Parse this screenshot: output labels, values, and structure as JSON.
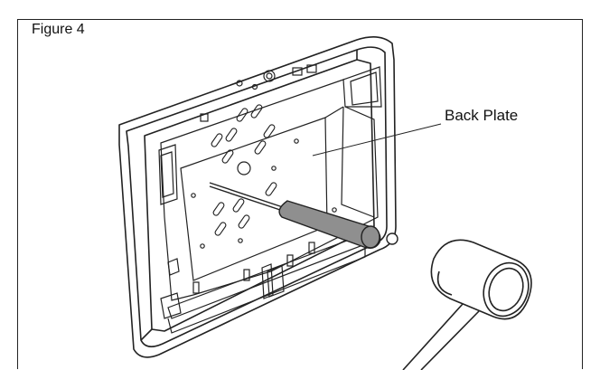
{
  "figure": {
    "title": "Figure 4"
  },
  "illustration": {
    "callout_label": "Back Plate"
  },
  "colors": {
    "stroke": "#222222",
    "screwdriver_handle": "#8f8f8f",
    "background": "#ffffff"
  },
  "icons": [
    "back-plate",
    "screwdriver",
    "mallet"
  ]
}
